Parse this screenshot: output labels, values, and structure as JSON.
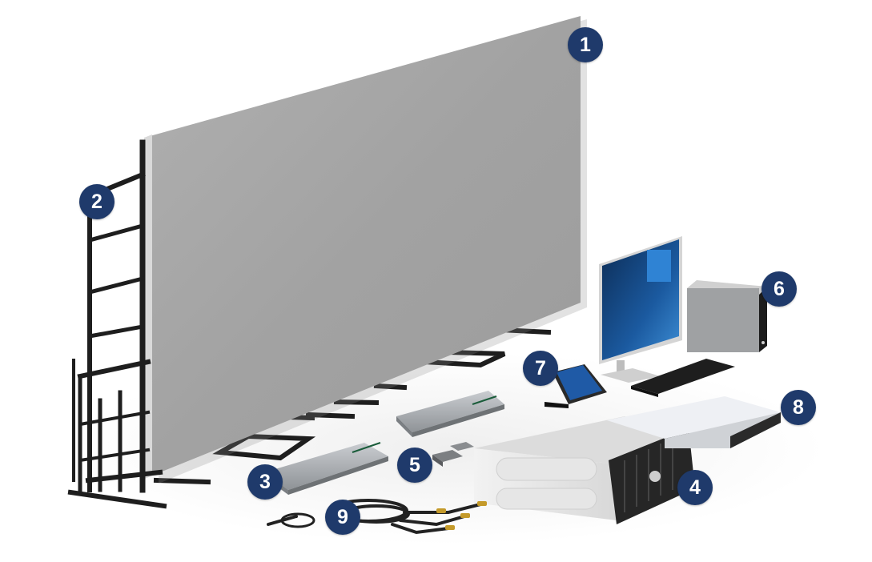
{
  "colors": {
    "marker_fill": "#1f3a6b",
    "marker_text": "#ffffff",
    "panel": "#a3a3a3",
    "frame": "#1e1e1e",
    "device_body": "#b9bcbf",
    "screen_blue": "#1a4d8a"
  },
  "markers": [
    {
      "label": "1",
      "component": "led-video-wall"
    },
    {
      "label": "2",
      "component": "mounting-frame"
    },
    {
      "label": "3",
      "component": "receiving-card-box"
    },
    {
      "label": "4",
      "component": "video-processor"
    },
    {
      "label": "5",
      "component": "fiber-converter"
    },
    {
      "label": "6",
      "component": "control-pc"
    },
    {
      "label": "7",
      "component": "touch-control-panel"
    },
    {
      "label": "8",
      "component": "rack-server"
    },
    {
      "label": "9",
      "component": "signal-cables"
    }
  ]
}
